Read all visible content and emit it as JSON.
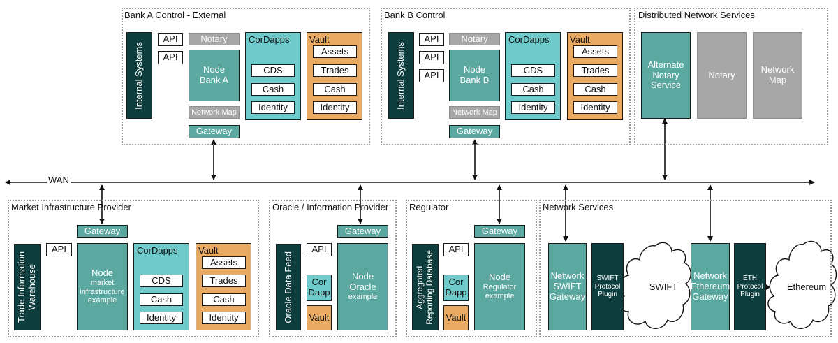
{
  "wan": {
    "label": "WAN"
  },
  "bank_a": {
    "title": "Bank A Control - External",
    "internal_systems": "Internal Systems",
    "api_labels": [
      "API",
      "API"
    ],
    "notary": "Notary",
    "node": [
      "Node",
      "Bank A"
    ],
    "network_map": "Network Map",
    "gateway": "Gateway",
    "cordapps": {
      "title": "CorDapps",
      "items": [
        "CDS",
        "Cash",
        "Identity"
      ]
    },
    "vault": {
      "title": "Vault",
      "items": [
        "Assets",
        "Trades",
        "Cash",
        "Identity"
      ]
    }
  },
  "bank_b": {
    "title": "Bank B Control",
    "internal_systems": "Internal Systems",
    "api_labels": [
      "API",
      "API",
      "API"
    ],
    "notary": "Notary",
    "node": [
      "Node",
      "Bank B"
    ],
    "network_map": "Network Map",
    "gateway": "Gateway",
    "cordapps": {
      "title": "CorDapps",
      "items": [
        "CDS",
        "Cash",
        "Identity"
      ]
    },
    "vault": {
      "title": "Vault",
      "items": [
        "Assets",
        "Trades",
        "Cash",
        "Identity"
      ]
    }
  },
  "distributed": {
    "title": "Distributed Network Services",
    "alternate_notary": [
      "Alternate",
      "Notary",
      "Service"
    ],
    "notary": "Notary",
    "network_map": [
      "Network",
      "Map"
    ]
  },
  "market": {
    "title": "Market Infrastructure Provider",
    "gateway": "Gateway",
    "warehouse": "Trade Information Warehouse",
    "api": "API",
    "node_title": "Node",
    "node_sub": [
      "market",
      "infrastructure",
      "example"
    ],
    "cordapps": {
      "title": "CorDapps",
      "items": [
        "CDS",
        "Cash",
        "Identity"
      ]
    },
    "vault": {
      "title": "Vault",
      "items": [
        "Assets",
        "Trades",
        "Cash",
        "Identity"
      ]
    }
  },
  "oracle": {
    "title": "Oracle / Information Provider",
    "gateway": "Gateway",
    "data_feed": "Oracle Data Feed",
    "api": "API",
    "cordapp": [
      "Cor",
      "Dapp"
    ],
    "vault": "Vault",
    "node_title": [
      "Node",
      "Oracle"
    ],
    "node_sub": "example"
  },
  "regulator": {
    "title": "Regulator",
    "gateway": "Gateway",
    "db": [
      "Aggregated",
      "Reporting Database"
    ],
    "api": "API",
    "cordapp": [
      "Cor",
      "Dapp"
    ],
    "vault": "Vault",
    "node_title": "Node",
    "node_sub": [
      "Regulator",
      "example"
    ]
  },
  "network_services": {
    "title": "Network Services",
    "swift_gateway": [
      "Network",
      "SWIFT",
      "Gateway"
    ],
    "swift_plugin": [
      "SWIFT",
      "Protocol",
      "Plugin"
    ],
    "swift_cloud": "SWIFT",
    "eth_gateway": [
      "Network",
      "Ethereum",
      "Gateway"
    ],
    "eth_plugin": [
      "ETH",
      "Protocol",
      "Plugin"
    ],
    "eth_cloud": "Ethereum"
  }
}
